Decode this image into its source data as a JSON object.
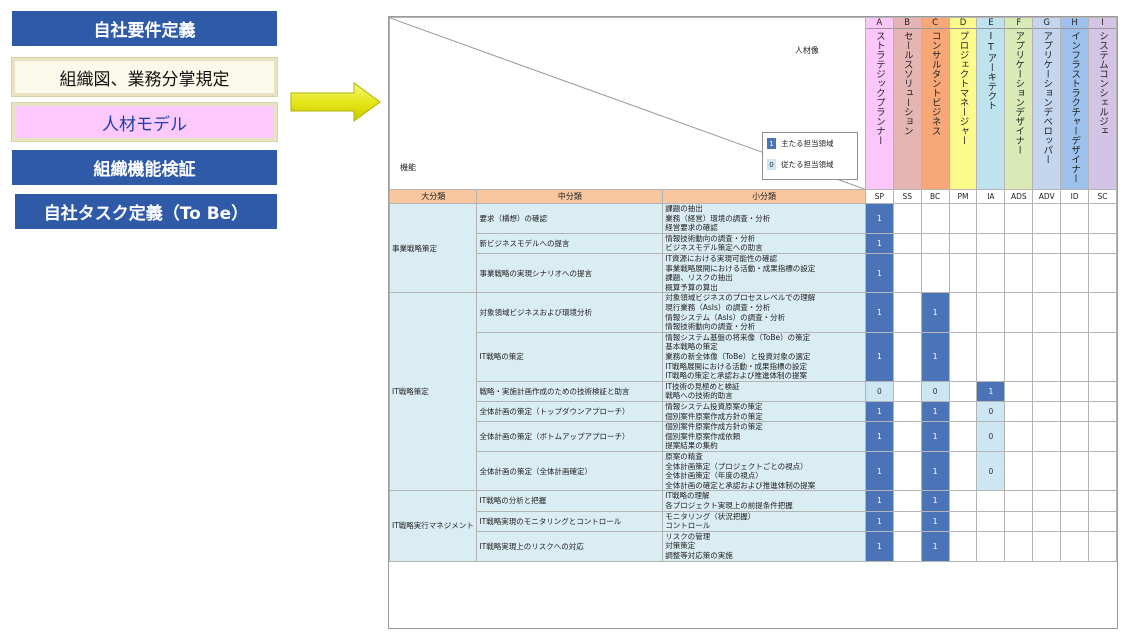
{
  "steps": [
    {
      "label": "自社要件定義",
      "style": "blue"
    },
    {
      "label": "組織図、業務分掌規定",
      "style": "cream"
    },
    {
      "label": "人材モデル",
      "style": "pink"
    },
    {
      "label": "組織機能検証",
      "style": "blue"
    },
    {
      "label": "自社タスク定義（To Be）",
      "style": "blue"
    }
  ],
  "matrix": {
    "corner_top_label": "人材像",
    "corner_bottom_label": "機能",
    "legend": [
      {
        "mark": "1",
        "text": "主たる担当領域"
      },
      {
        "mark": "0",
        "text": "従たる担当領域"
      }
    ],
    "roles": [
      {
        "letter": "A",
        "name": "ストラテジックプランナー",
        "abbr": "SP",
        "color": "#fbc6f9"
      },
      {
        "letter": "B",
        "name": "セールスソリューション",
        "abbr": "SS",
        "color": "#e5b5b3"
      },
      {
        "letter": "C",
        "name": "コンサルタントビジネス",
        "abbr": "BC",
        "color": "#f7a876"
      },
      {
        "letter": "D",
        "name": "プロジェクトマネージャー",
        "abbr": "PM",
        "color": "#fbfa8a"
      },
      {
        "letter": "E",
        "name": "ITアーキテクト",
        "abbr": "IA",
        "color": "#bfe3ee"
      },
      {
        "letter": "F",
        "name": "アプリケーションデザイナー",
        "abbr": "ADS",
        "color": "#d9eab7"
      },
      {
        "letter": "G",
        "name": "アプリケーションデベロッパー",
        "abbr": "ADV",
        "color": "#c4d6ee"
      },
      {
        "letter": "H",
        "name": "インフラストラクチャーデザイナー",
        "abbr": "ID",
        "color": "#9dc0ec"
      },
      {
        "letter": "I",
        "name": "システムコンシェルジェ",
        "abbr": "SC",
        "color": "#d3c4e6"
      }
    ],
    "headers": {
      "large": "大分類",
      "middle": "中分類",
      "small": "小分類"
    },
    "groups": [
      {
        "label": "事業戦略策定",
        "rows": [
          {
            "middle": "要求（構想）の確認",
            "small": [
              "課題の抽出",
              "業務（経営）環境の調査・分析",
              "経営要求の確認"
            ],
            "marks": [
              "1",
              "",
              "",
              "",
              "",
              "",
              "",
              "",
              ""
            ]
          },
          {
            "middle": "新ビジネスモデルへの提言",
            "small": [
              "情報技術動向の調査・分析",
              "ビジネスモデル策定への助言"
            ],
            "marks": [
              "1",
              "",
              "",
              "",
              "",
              "",
              "",
              "",
              ""
            ]
          },
          {
            "middle": "事業戦略の実現シナリオへの提言",
            "small": [
              "IT資源における実現可能性の確認",
              "事業戦略展開における活動・成果指標の設定",
              "課題、リスクの抽出",
              "概算予算の算出"
            ],
            "marks": [
              "1",
              "",
              "",
              "",
              "",
              "",
              "",
              "",
              ""
            ]
          }
        ]
      },
      {
        "label": "IT戦略策定",
        "rows": [
          {
            "middle": "対象領域ビジネスおよび環境分析",
            "small": [
              "対象領域ビジネスのプロセスレベルでの理解",
              "現行業務（AsIs）の調査・分析",
              "情報システム（AsIs）の調査・分析",
              "情報技術動向の調査・分析"
            ],
            "marks": [
              "1",
              "",
              "1",
              "",
              "",
              "",
              "",
              "",
              ""
            ]
          },
          {
            "middle": "IT戦略の策定",
            "small": [
              "情報システム基盤の将来像（ToBe）の策定",
              "基本戦略の策定",
              "業務の新全体像（ToBe）と投資対象の選定",
              "IT戦略展開における活動・成果指標の設定",
              "IT戦略の策定と承認および推進体制の提案"
            ],
            "marks": [
              "1",
              "",
              "1",
              "",
              "",
              "",
              "",
              "",
              ""
            ]
          },
          {
            "middle": "戦略・実施計画作成のための技術検証と助言",
            "small": [
              "IT技術の見極めと検証",
              "戦略への技術的助言"
            ],
            "marks": [
              "0",
              "",
              "0",
              "",
              "1",
              "",
              "",
              "",
              ""
            ]
          },
          {
            "middle": "全体計画の策定（トップダウンアプローチ）",
            "small": [
              "情報システム投資原案の策定",
              "個別案件原案作成方針の策定"
            ],
            "marks": [
              "1",
              "",
              "1",
              "",
              "0",
              "",
              "",
              "",
              ""
            ]
          },
          {
            "middle": "全体計画の策定（ボトムアップアプローチ）",
            "small": [
              "個別案件原案作成方針の策定",
              "個別案件原案作成依頼",
              "提案結果の集約"
            ],
            "marks": [
              "1",
              "",
              "1",
              "",
              "0",
              "",
              "",
              "",
              ""
            ]
          },
          {
            "middle": "全体計画の策定（全体計画確定）",
            "small": [
              "原案の精査",
              "全体計画策定（プロジェクトごとの視点）",
              "全体計画策定（年度の視点）",
              "全体計画の確定と承認および推進体制の提案"
            ],
            "marks": [
              "1",
              "",
              "1",
              "",
              "0",
              "",
              "",
              "",
              ""
            ]
          }
        ]
      },
      {
        "label": "IT戦略実行マネジメント",
        "rows": [
          {
            "middle": "IT戦略の分析と把握",
            "small": [
              "IT戦略の理解",
              "各プロジェクト実現上の前提条件把握"
            ],
            "marks": [
              "1",
              "",
              "1",
              "",
              "",
              "",
              "",
              "",
              ""
            ]
          },
          {
            "middle": "IT戦略実現のモニタリングとコントロール",
            "small": [
              "モニタリング（状況把握）",
              "コントロール"
            ],
            "marks": [
              "1",
              "",
              "1",
              "",
              "",
              "",
              "",
              "",
              ""
            ]
          },
          {
            "middle": "IT戦略実現上のリスクへの対応",
            "small": [
              "リスクの管理",
              "対策策定",
              "調整等対応策の実施"
            ],
            "marks": [
              "1",
              "",
              "1",
              "",
              "",
              "",
              "",
              "",
              ""
            ]
          }
        ]
      }
    ]
  }
}
